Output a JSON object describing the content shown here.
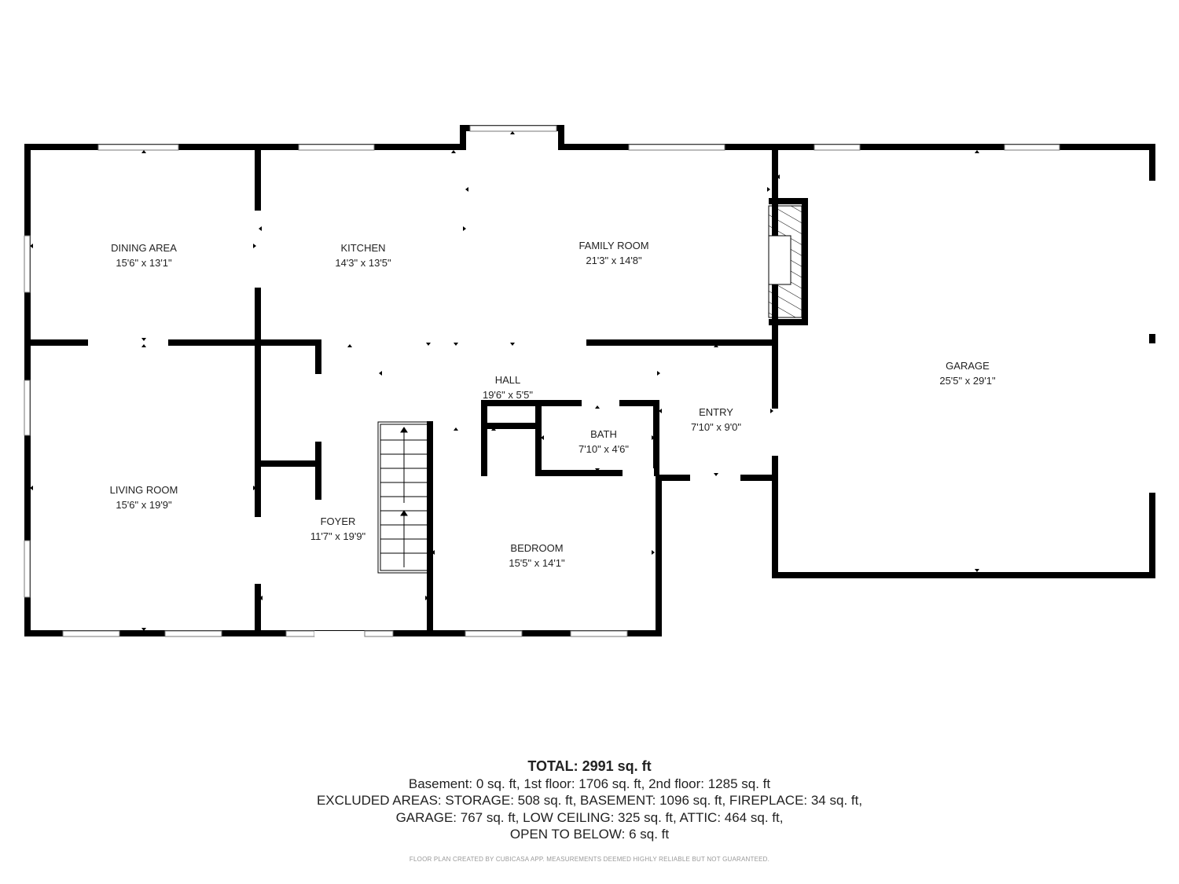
{
  "rooms": {
    "dining": {
      "name": "DINING AREA",
      "dims": "15'6\" x 13'1\""
    },
    "kitchen": {
      "name": "KITCHEN",
      "dims": "14'3\" x 13'5\""
    },
    "family": {
      "name": "FAMILY ROOM",
      "dims": "21'3\" x 14'8\""
    },
    "garage": {
      "name": "GARAGE",
      "dims": "25'5\" x 29'1\""
    },
    "living": {
      "name": "LIVING ROOM",
      "dims": "15'6\" x 19'9\""
    },
    "hall": {
      "name": "HALL",
      "dims": "19'6\" x 5'5\""
    },
    "entry": {
      "name": "ENTRY",
      "dims": "7'10\" x 9'0\""
    },
    "bath": {
      "name": "BATH",
      "dims": "7'10\" x 4'6\""
    },
    "foyer": {
      "name": "FOYER",
      "dims": "11'7\" x 19'9\""
    },
    "bedroom": {
      "name": "BEDROOM",
      "dims": "15'5\" x 14'1\""
    }
  },
  "summary": {
    "total": "TOTAL: 2991 sq. ft",
    "line1": "Basement: 0 sq. ft, 1st floor: 1706 sq. ft, 2nd floor: 1285 sq. ft",
    "line2": "EXCLUDED AREAS: STORAGE: 508 sq. ft, BASEMENT: 1096 sq. ft, FIREPLACE: 34 sq. ft,",
    "line3": "GARAGE: 767 sq. ft, LOW CEILING: 325 sq. ft, ATTIC: 464 sq. ft,",
    "line4": "OPEN TO BELOW: 6 sq. ft"
  },
  "disclaimer": "FLOOR PLAN CREATED BY CUBICASA APP. MEASUREMENTS DEEMED HIGHLY RELIABLE BUT NOT GUARANTEED.",
  "colors": {
    "wall": "#000000",
    "window": "#ffffff",
    "window_edge": "#888888",
    "text": "#222222"
  }
}
